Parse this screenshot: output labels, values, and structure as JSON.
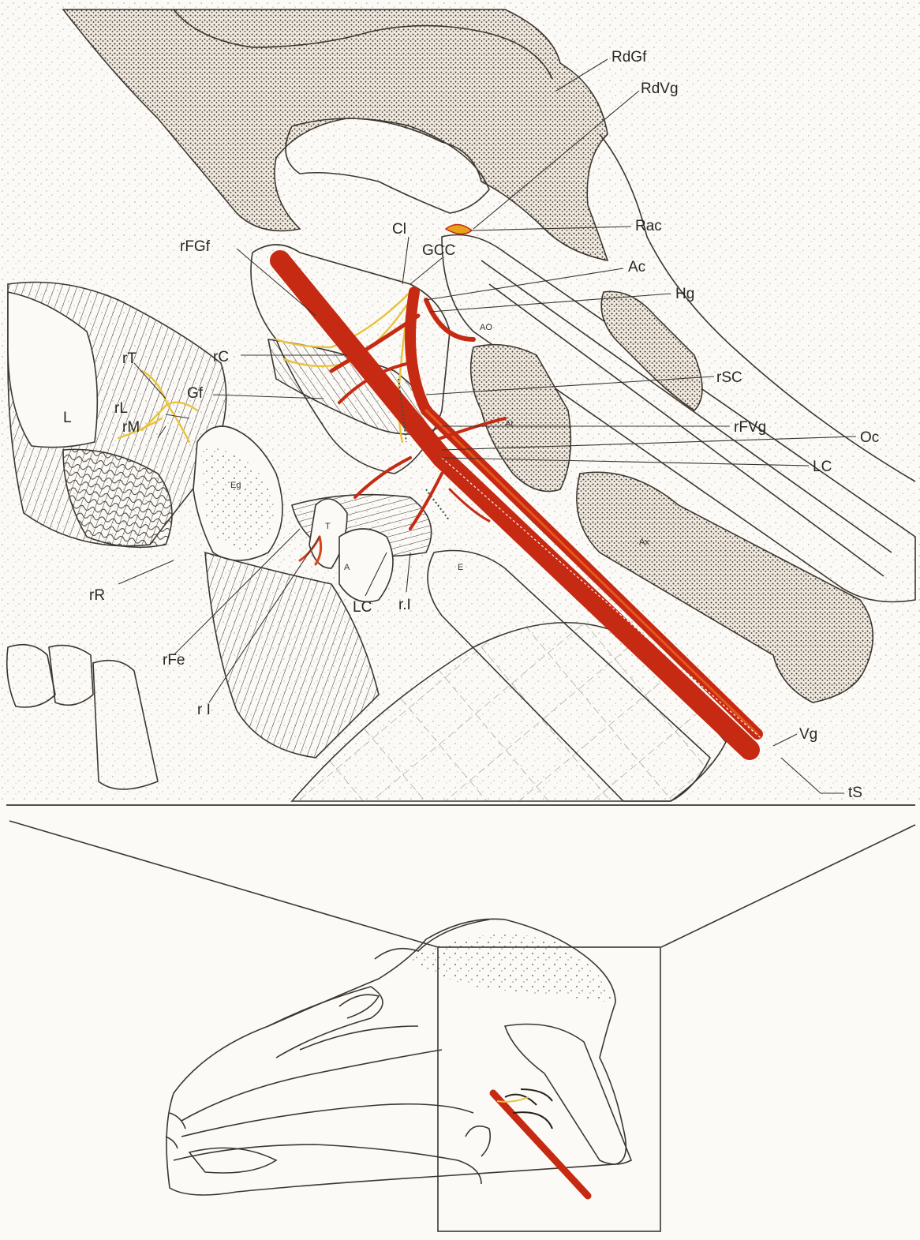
{
  "colors": {
    "paper": "#fbfaf6",
    "ink": "#3d3630",
    "artery": "#c62a12",
    "artery_highlight": "#e8561e",
    "nerve": "#e9c23a"
  },
  "labels": {
    "RdGf": "RdGf",
    "RdVg": "RdVg",
    "Rac": "Rac",
    "Cl": "Cl",
    "GCC": "GCC",
    "rFGf": "rFGf",
    "Ac": "Ac",
    "Hg": "Hg",
    "rC": "rC",
    "rT": "rT",
    "Gf": "Gf",
    "rSC": "rSC",
    "L": "L",
    "rL": "rL",
    "rM": "rM",
    "rFVg": "rFVg",
    "Oc": "Oc",
    "LC_right": "LC",
    "rR": "rR",
    "LC_lower": "LC",
    "rI_lower": "r.I",
    "rFe": "rFe",
    "rI_left": "r I",
    "Vg": "Vg",
    "tS": "tS"
  },
  "inner_labels": {
    "Eg": "Eg",
    "T": "T",
    "A": "A",
    "E": "E",
    "At": "At",
    "Ax": "Ax",
    "AO": "AO"
  }
}
